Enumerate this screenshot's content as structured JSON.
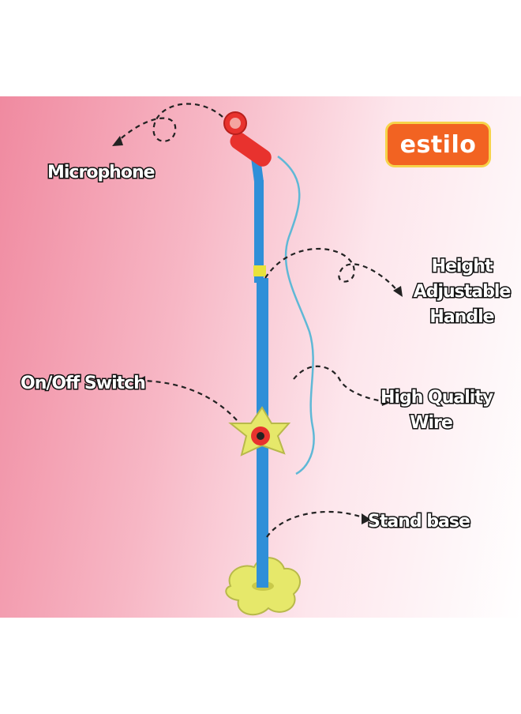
{
  "brand": {
    "logo_text": "estilo"
  },
  "labels": {
    "microphone": "Microphone",
    "height_line1": "Height",
    "height_line2": "Adjustable",
    "height_line3": "Handle",
    "switch": "On/Off Switch",
    "wire_line1": "High Quality",
    "wire_line2": "Wire",
    "base": "Stand base"
  },
  "colors": {
    "background_left": "#f08aa0",
    "background_right": "#ffffff",
    "stand_pole": "#2f8fd8",
    "stand_yellow": "#e6e86a",
    "microphone_red": "#e8322e",
    "wire": "#5fb8d6",
    "logo_bg": "#f26322"
  }
}
